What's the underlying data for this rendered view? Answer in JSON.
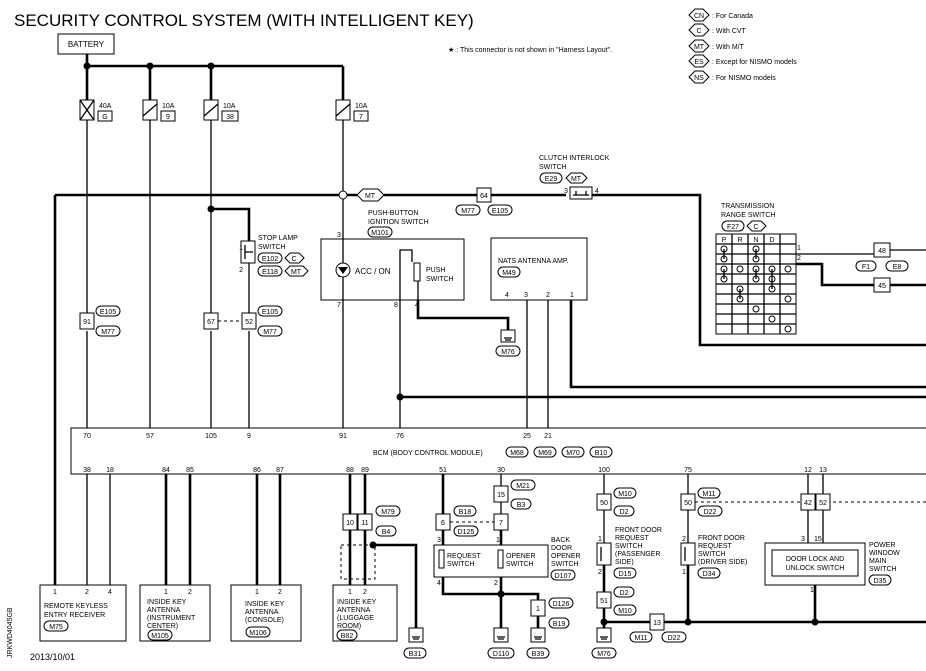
{
  "diagram": {
    "title": "SECURITY CONTROL SYSTEM (WITH INTELLIGENT KEY)",
    "note": "★ : This connector is not shown in \"Harness Layout\".",
    "date": "2013/10/01",
    "side_code": "JRKWD4045GB",
    "legend": [
      {
        "code": "CN",
        "text": ": For Canada"
      },
      {
        "code": "C",
        "text": ": With CVT"
      },
      {
        "code": "MT",
        "text": ": With M/T"
      },
      {
        "code": "ES",
        "text": ": Except for NISMO models"
      },
      {
        "code": "NS",
        "text": ": For NISMO models"
      }
    ],
    "battery": "BATTERY",
    "fuses": [
      {
        "amp": "40A",
        "num": "G"
      },
      {
        "amp": "10A",
        "num": "9"
      },
      {
        "amp": "10A",
        "num": "38"
      },
      {
        "amp": "10A",
        "num": "7"
      }
    ],
    "clutch": {
      "line1": "CLUTCH INTERLOCK",
      "line2": "SWITCH",
      "conn": "E29",
      "opt": "MT",
      "p3": "3",
      "p4": "4"
    },
    "mt_tag": "MT",
    "j64": {
      "num": "64",
      "left": "M77",
      "right": "E105"
    },
    "stop_lamp": {
      "line1": "STOP LAMP",
      "line2": "SWITCH",
      "conn1": "E102",
      "opt1": "C",
      "conn2": "E118",
      "opt2": "MT",
      "p1": "1",
      "p2": "2"
    },
    "push_button": {
      "line1": "PUSH-BUTTON",
      "line2": "IGNITION SWITCH",
      "conn": "M101",
      "acc": "ACC / ON",
      "push1": "PUSH",
      "push2": "SWITCH",
      "p3": "3",
      "p7": "7",
      "p8": "8",
      "p4": "4"
    },
    "nats": {
      "label": "NATS ANTENNA AMP.",
      "conn": "M49",
      "p4": "4",
      "p3": "3",
      "p2": "2",
      "p1": "1"
    },
    "ground_m76": "M76",
    "trans": {
      "line1": "TRANSMISSION",
      "line2": "RANGE SWITCH",
      "conn": "F27",
      "opt": "C",
      "cols": [
        "P",
        "R",
        "N",
        "D"
      ],
      "p1": "1",
      "p2": "2",
      "c48": "48",
      "c45": "45",
      "f1": "F1",
      "e8": "E8"
    },
    "j91": {
      "num": "91",
      "top": "E105",
      "bottom": "M77"
    },
    "j67": {
      "num": "67",
      "top": "E105",
      "bottom": "M77",
      "right": "52"
    },
    "bcm": {
      "label": "BCM (BODY CONTROL MODULE)",
      "conns": [
        "M68",
        "M69",
        "M70",
        "B10"
      ],
      "top_pins": [
        "70",
        "57",
        "105",
        "9",
        "91",
        "76",
        "25",
        "21"
      ],
      "bottom_pins": [
        "38",
        "18",
        "84",
        "85",
        "86",
        "87",
        "88",
        "89",
        "51",
        "30",
        "100",
        "75",
        "12",
        "13"
      ]
    },
    "remote": {
      "line1": "REMOTE KEYLESS",
      "line2": "ENTRY RECEIVER",
      "conn": "M75",
      "p1": "1",
      "p2": "2",
      "p4": "4"
    },
    "ant_ic": {
      "line1": "INSIDE KEY",
      "line2": "ANTENNA",
      "line3": "(INSTRUMENT",
      "line4": "CENTER)",
      "conn": "M105",
      "p1": "1",
      "p2": "2"
    },
    "ant_con": {
      "line1": "INSIDE KEY",
      "line2": "ANTENNA",
      "line3": "(CONSOLE)",
      "conn": "M106",
      "p1": "1",
      "p2": "2"
    },
    "ant_lug": {
      "line1": "INSIDE KEY",
      "line2": "ANTENNA",
      "line3": "(LUGGAGE",
      "line4": "ROOM)",
      "conn": "B82",
      "p1": "1",
      "p2": "2",
      "j10": "10",
      "j11": "11",
      "m79": "M79",
      "b4": "B4",
      "gnd": "B31"
    },
    "back_door": {
      "line1": "BACK",
      "line2": "DOOR",
      "line3": "OPENER",
      "line4": "SWITCH",
      "conn": "D107",
      "req1": "REQUEST",
      "req2": "SWITCH",
      "op1": "OPENER",
      "op2": "SWITCH",
      "j6": "6",
      "j7": "7",
      "j15": "15",
      "m21": "M21",
      "b3": "B3",
      "b18": "B18",
      "d125": "D125",
      "p3": "3",
      "p4": "4",
      "p1": "1",
      "p2": "2",
      "j1": "1",
      "d126": "D126",
      "b19": "B19",
      "g1": "D110",
      "g2": "B39"
    },
    "fd_pass": {
      "line1": "FRONT DOOR",
      "line2": "REQUEST",
      "line3": "SWITCH",
      "line4": "(PASSENGER",
      "line5": "SIDE)",
      "conn": "D15",
      "j50": "50",
      "m10": "M10",
      "d2": "D2",
      "j51": "51",
      "m10b": "M10",
      "d2b": "D2",
      "p1": "1",
      "p2": "2",
      "gnd": "M76"
    },
    "fd_drv": {
      "line1": "FRONT DOOR",
      "line2": "REQUEST",
      "line3": "SWITCH",
      "line4": "(DRIVER SIDE)",
      "conn": "D34",
      "j50": "50",
      "m11": "M11",
      "d22": "D22",
      "p2": "2",
      "p1": "1"
    },
    "j13": {
      "num": "13",
      "left": "M11",
      "right": "D22"
    },
    "pwm": {
      "line1": "POWER",
      "line2": "WINDOW",
      "line3": "MAIN",
      "line4": "SWITCH",
      "inner1": "DOOR LOCK AND",
      "inner2": "UNLOCK SWITCH",
      "conn": "D35",
      "j42": "42",
      "j52": "52",
      "p3": "3",
      "p15": "15",
      "p1": "1"
    }
  }
}
